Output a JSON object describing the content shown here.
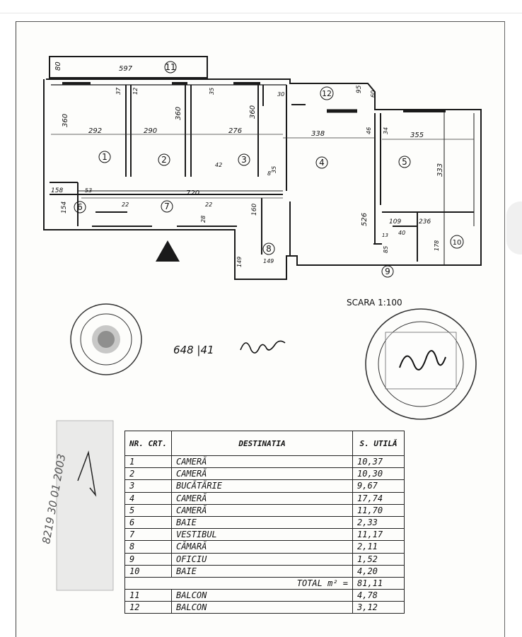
{
  "plan": {
    "rooms": [
      {
        "no": "1"
      },
      {
        "no": "2"
      },
      {
        "no": "3"
      },
      {
        "no": "4"
      },
      {
        "no": "5"
      },
      {
        "no": "6"
      },
      {
        "no": "7"
      },
      {
        "no": "8"
      },
      {
        "no": "9"
      },
      {
        "no": "10"
      },
      {
        "no": "11"
      },
      {
        "no": "12"
      }
    ],
    "dimensions": [
      "597",
      "80",
      "360",
      "292",
      "290",
      "360",
      "276",
      "360",
      "338",
      "355",
      "720",
      "158",
      "154",
      "333",
      "526",
      "109",
      "236",
      "160",
      "149",
      "149",
      "178",
      "95",
      "60",
      "30",
      "35",
      "37",
      "12",
      "46",
      "34",
      "22",
      "28",
      "40",
      "85",
      "13",
      "35",
      "42",
      "8",
      "53"
    ],
    "scale_label": "SCARA  1:100"
  },
  "annotations": {
    "handwritten_number": "648 |41",
    "side_date": "8219  30  01  2003"
  },
  "table": {
    "headers": {
      "nr": "NR. CRT.",
      "destinatia": "DESTINATIA",
      "suprafata": "S. UTILĂ"
    },
    "rows": [
      {
        "nr": "1",
        "destinatia": "CAMERĂ",
        "suprafata": "10,37"
      },
      {
        "nr": "2",
        "destinatia": "CAMERĂ",
        "suprafata": "10,30"
      },
      {
        "nr": "3",
        "destinatia": "BUCĂTĂRIE",
        "suprafata": "9,67"
      },
      {
        "nr": "4",
        "destinatia": "CAMERĂ",
        "suprafata": "17,74"
      },
      {
        "nr": "5",
        "destinatia": "CAMERĂ",
        "suprafata": "11,70"
      },
      {
        "nr": "6",
        "destinatia": "BAIE",
        "suprafata": "2,33"
      },
      {
        "nr": "7",
        "destinatia": "VESTIBUL",
        "suprafata": "11,17"
      },
      {
        "nr": "8",
        "destinatia": "CĂMARĂ",
        "suprafata": "2,11"
      },
      {
        "nr": "9",
        "destinatia": "OFICIU",
        "suprafata": "1,52"
      },
      {
        "nr": "10",
        "destinatia": "BAIE",
        "suprafata": "4,20"
      }
    ],
    "total_label": "TOTAL m² =",
    "total_value": "81,11",
    "balcony_rows": [
      {
        "nr": "11",
        "destinatia": "BALCON",
        "suprafata": "4,78"
      },
      {
        "nr": "12",
        "destinatia": "BALCON",
        "suprafata": "3,12"
      }
    ]
  },
  "colors": {
    "ink": "#1a1a1a",
    "paper": "#fdfdfb",
    "stamp": "#333333"
  }
}
